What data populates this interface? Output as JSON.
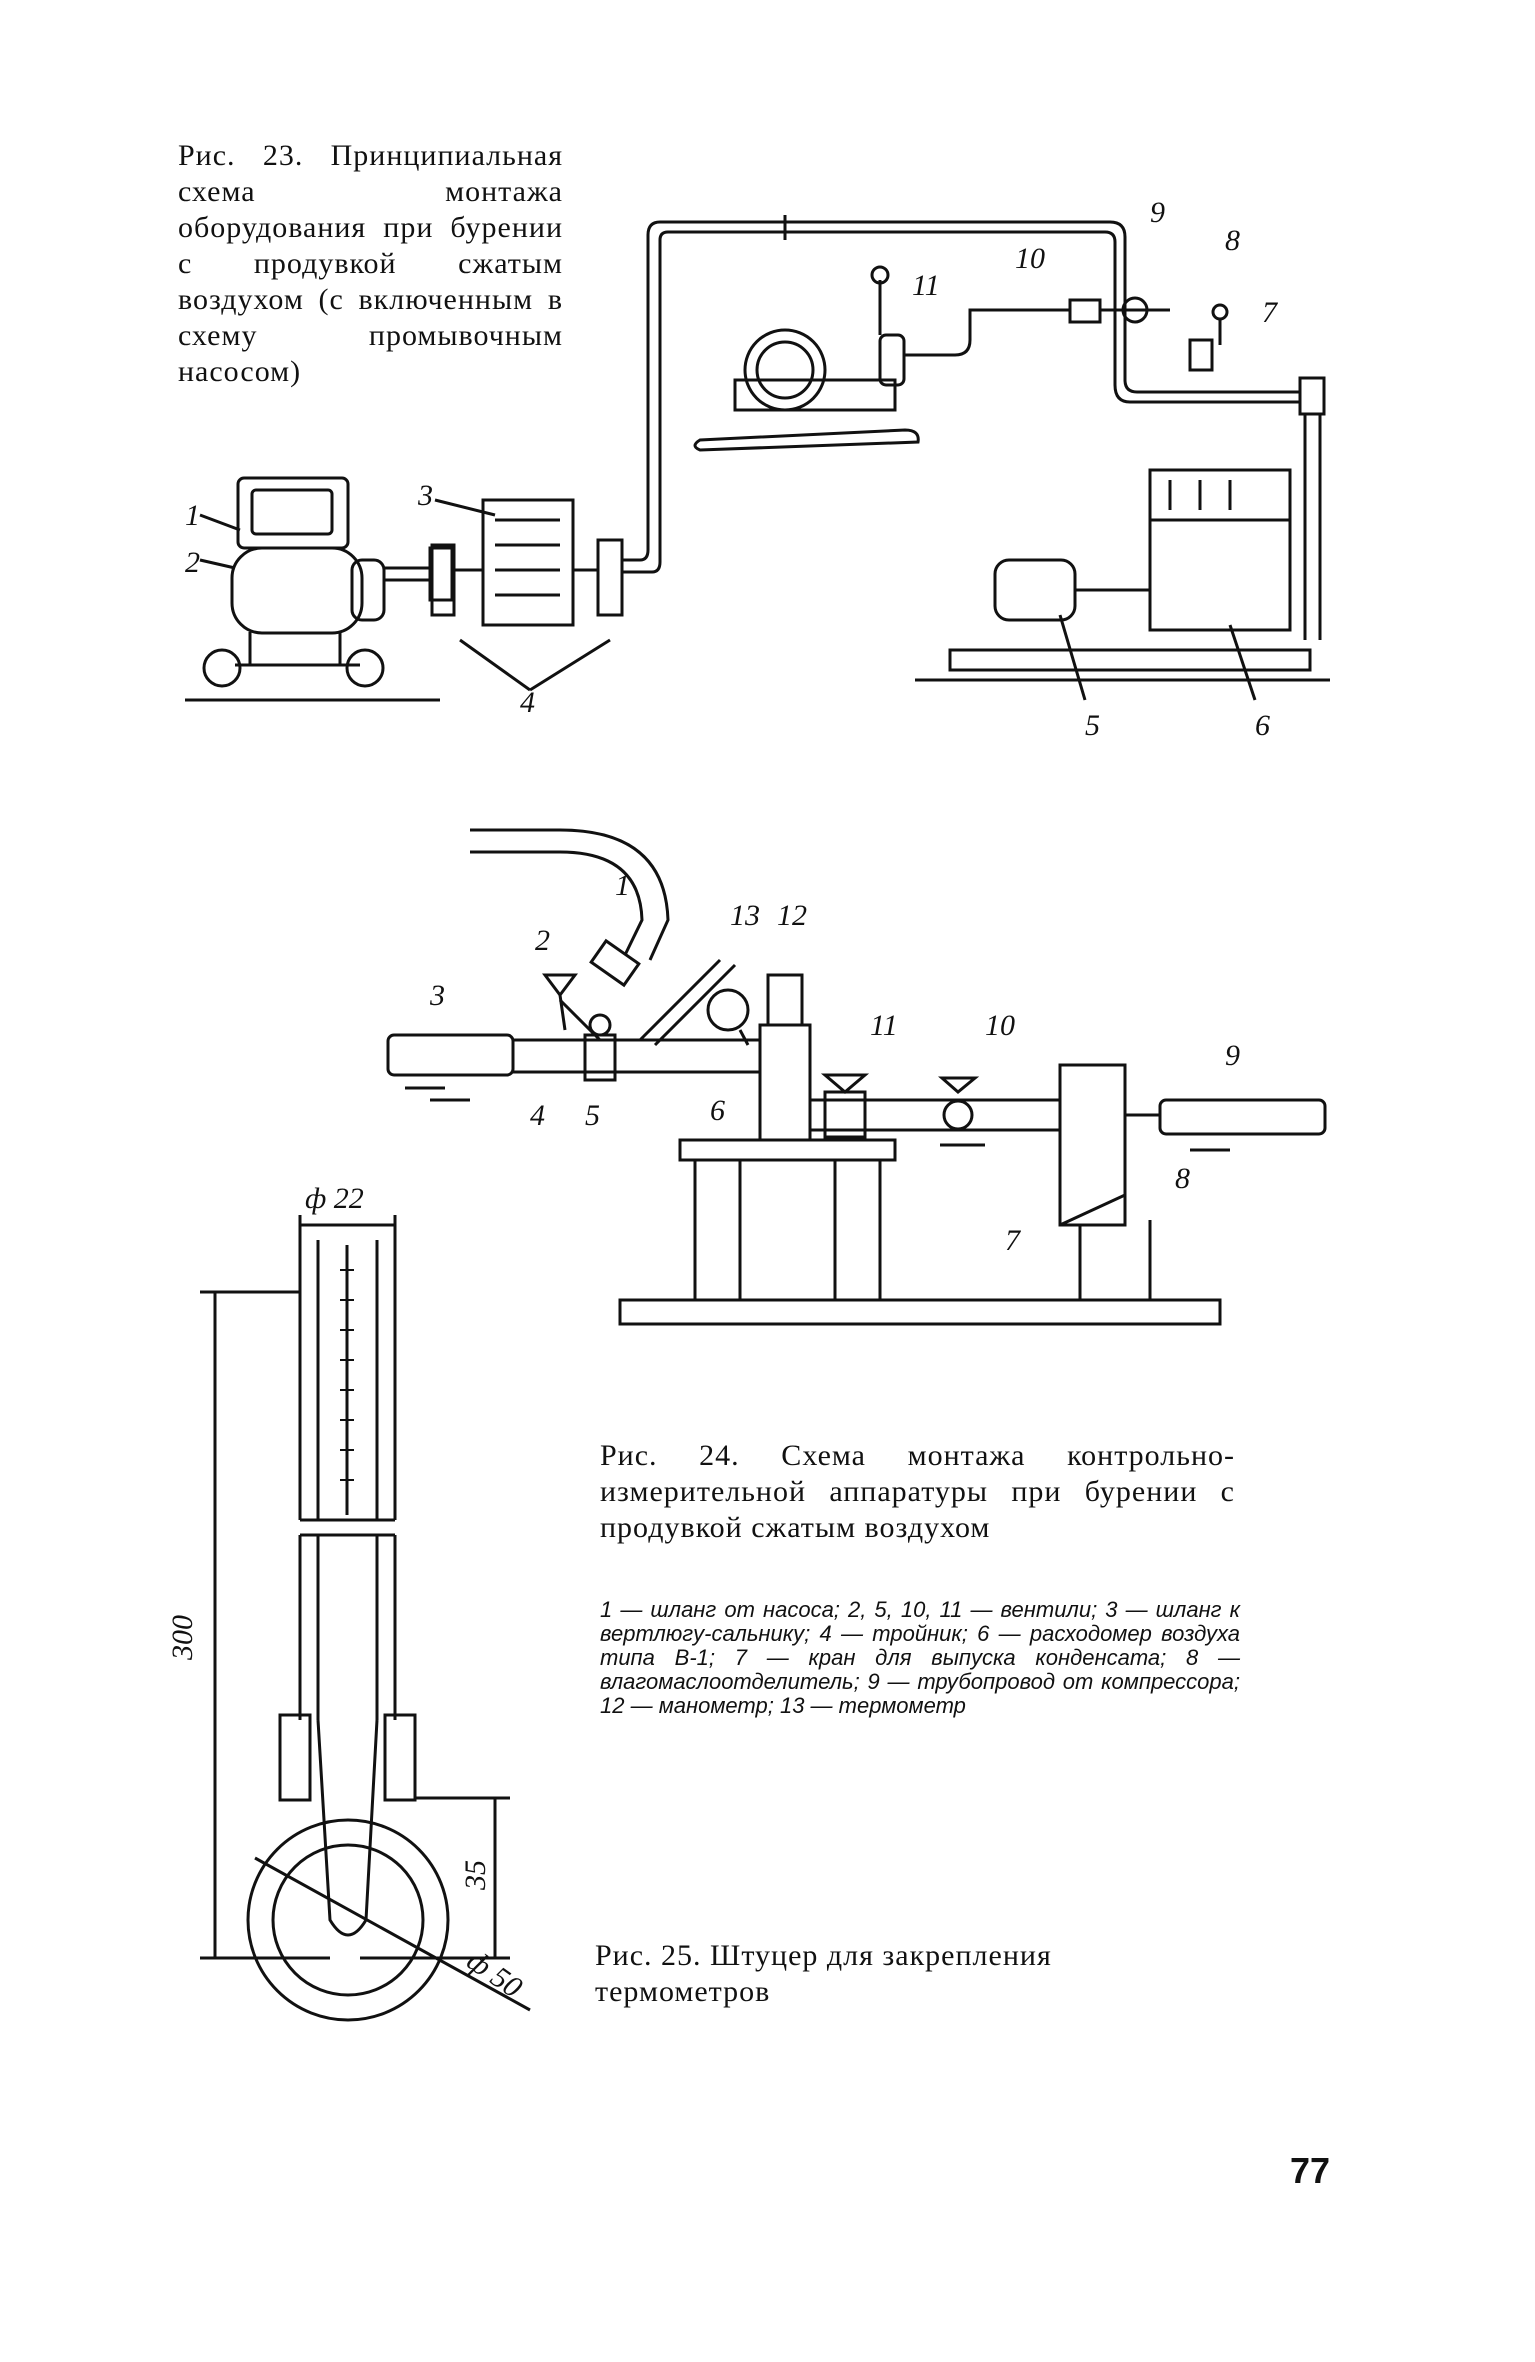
{
  "fig23": {
    "caption": "Рис. 23. Принципиальная схема монтажа оборудования при бурении с продувкой сжатым воздухом (с включенным в схему промывочным насосом)",
    "labels": [
      "1",
      "2",
      "3",
      "4",
      "5",
      "6",
      "7",
      "8",
      "9",
      "10",
      "11"
    ]
  },
  "fig24": {
    "caption": "Рис. 24. Схема монтажа контрольно-измерительной аппаратуры при бурении с продувкой сжатым воздухом",
    "legend": "1 — шланг от насоса; 2, 5, 10, 11 — вентили; 3 — шланг к вертлюгу-сальнику; 4 — тройник; 6 — расходомер воздуха типа В-1; 7 — кран для выпуска конденсата; 8 — влагомаслоотделитель; 9 — трубопровод от компрессора; 12 — манометр; 13 — термометр",
    "labels": [
      "1",
      "2",
      "3",
      "4",
      "5",
      "6",
      "7",
      "8",
      "9",
      "10",
      "11",
      "12",
      "13"
    ]
  },
  "fig25": {
    "caption": "Рис. 25. Штуцер для закрепления термометров",
    "dimensions": [
      "ф 22",
      "300",
      "35",
      "ф 50"
    ]
  },
  "page_number": "77"
}
